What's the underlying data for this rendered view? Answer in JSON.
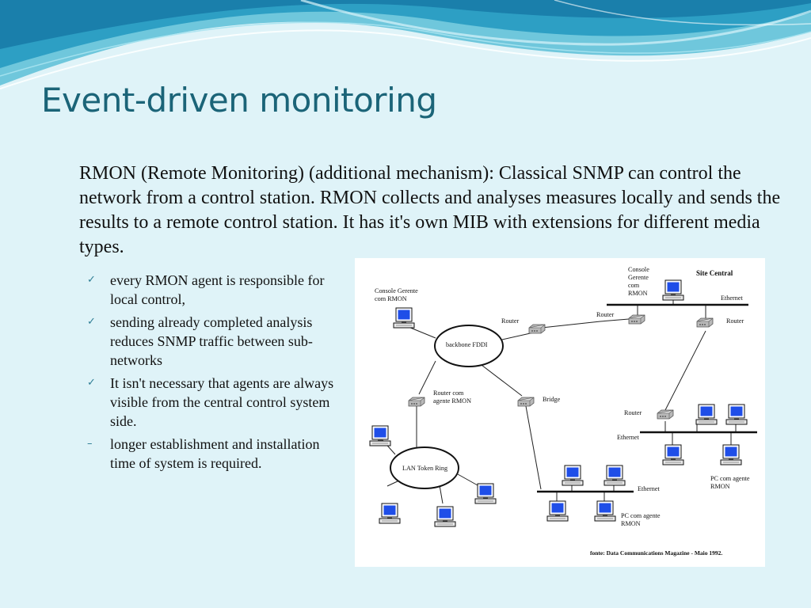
{
  "slide": {
    "title": "Event-driven monitoring",
    "intro": "RMON (Remote Monitoring) (additional mechanism): Classical SNMP can control the network from a control station. RMON collects and analyses measures locally and sends the results to a remote control station. It has it's own MIB with extensions for different media types.",
    "bullets": [
      {
        "marker": "✓",
        "text": "every RMON agent is responsible for local control,"
      },
      {
        "marker": "✓",
        "text": "sending already completed analysis reduces SNMP traffic between sub-networks"
      },
      {
        "marker": "✓",
        "text": "It isn't necessary that agents are always visible from the central control system side."
      },
      {
        "marker": "–",
        "text": "longer establishment and installation time of system is required."
      }
    ]
  },
  "diagram": {
    "console_gerente_left": [
      "Console Gerente",
      "com RMON"
    ],
    "console_gerente_top": [
      "Console",
      "Gerente",
      "com",
      "RMON"
    ],
    "site_central": "Site Central",
    "backbone": "backbone FDDI",
    "token_ring": "LAN Token Ring",
    "router": "Router",
    "router_agent": [
      "Router com",
      "agente RMON"
    ],
    "bridge": "Bridge",
    "ethernet": "Ethernet",
    "pc_agent": [
      "PC com agente",
      "RMON"
    ],
    "source": "fonte: Data Communications Magazine - Maio 1992."
  }
}
